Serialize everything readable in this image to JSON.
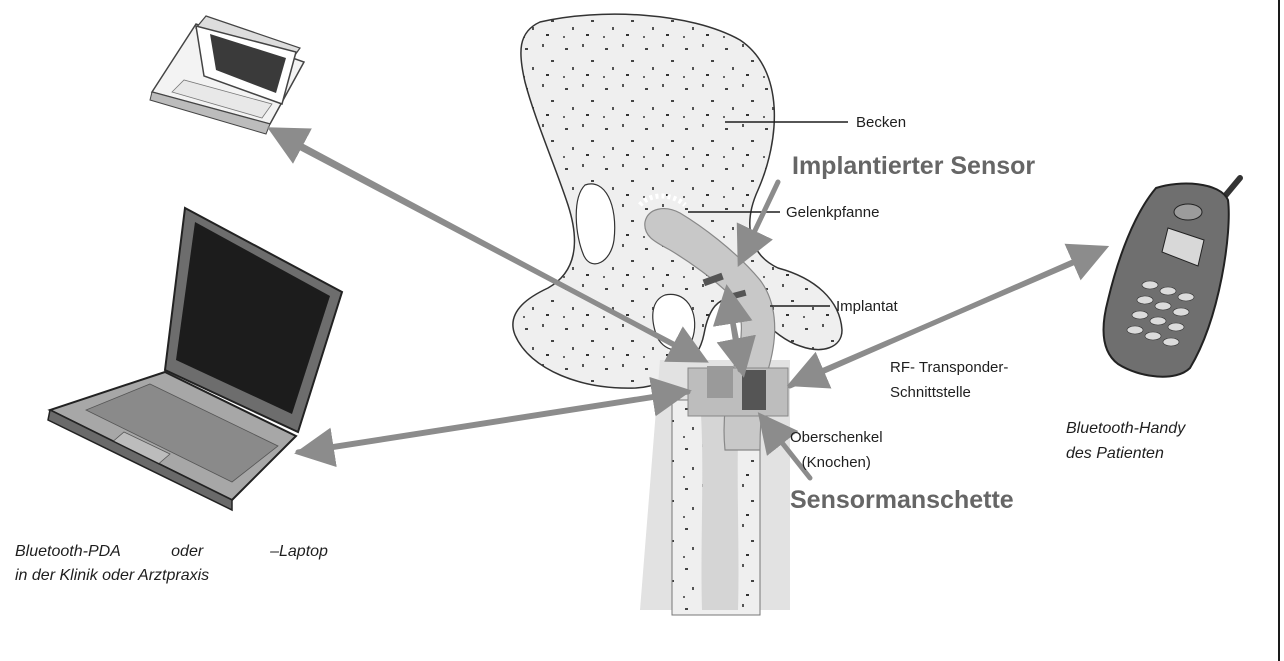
{
  "labels": {
    "becken": "Becken",
    "implantierter_sensor": "Implantierter Sensor",
    "gelenkpfanne": "Gelenkpfanne",
    "implantat": "Implantat",
    "rf_line1": "RF- Transponder-",
    "rf_line2": "Schnittstelle",
    "oberschenkel_line1": "Oberschenkel",
    "oberschenkel_line2": "(Knochen)",
    "sensormanschette": "Sensormanschette",
    "handy_line1": "Bluetooth-Handy",
    "handy_line2": "des Patienten",
    "pda_word1": "Bluetooth-PDA",
    "pda_word2": "oder",
    "pda_word3": "–Laptop",
    "pda_line2": "in der Klinik oder Arztpraxis"
  },
  "colors": {
    "arrow": "#8c8c8c",
    "bone_fill": "#eeeeee",
    "implant": "#c8c8c8",
    "heading_gray": "#666666"
  },
  "icons": [
    "pda-device-icon",
    "laptop-icon",
    "mobile-phone-icon",
    "pelvis-bone-illustration",
    "femur-bone-illustration"
  ]
}
